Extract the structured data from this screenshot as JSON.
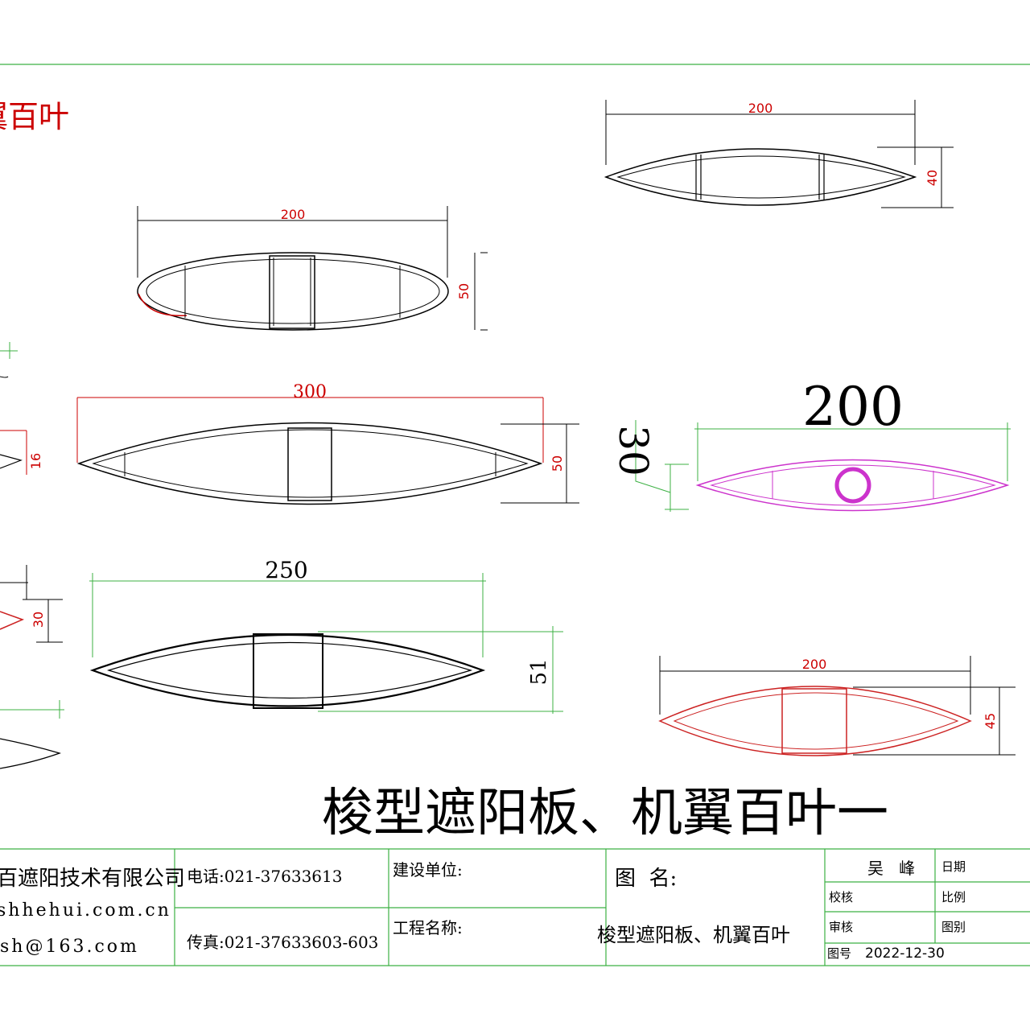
{
  "title_top": "翼百叶",
  "main_title": "梭型遮阳板、机翼百叶一",
  "colors": {
    "border_green": "#3cb043",
    "dim_black": "#000000",
    "dim_red": "#cc0000",
    "profile_red": "#cc2222",
    "profile_magenta": "#cc33cc",
    "title_red": "#cc0000"
  },
  "dimensions": {
    "d1_width": "200",
    "d1_height": "40",
    "d2_width": "200",
    "d2_height": "50",
    "d3_width": "300",
    "d3_height": "50",
    "d4_width": "200",
    "d4_height": "30",
    "d5_width": "250",
    "d5_height": "51",
    "d6_width": "200",
    "d6_height": "45",
    "partial_16": "16",
    "partial_30": "30"
  },
  "title_block": {
    "company": "百遮阳技术有限公司",
    "website": "shhehui.com.cn",
    "email": "sh@163.com",
    "phone": "电话:021-37633613",
    "fax": "传真:021-37633603-603",
    "client_label": "建设单位:",
    "project_label": "工程名称:",
    "drawing_name_label": "图  名:",
    "drawing_name": "梭型遮阳板、机翼百叶",
    "designer": "吴   峰",
    "date_label": "日期",
    "check_label": "校核",
    "scale_label": "比例",
    "review_label": "审核",
    "category_label": "图别",
    "drawing_no_label": "图号",
    "date_value": "2022-12-30"
  }
}
